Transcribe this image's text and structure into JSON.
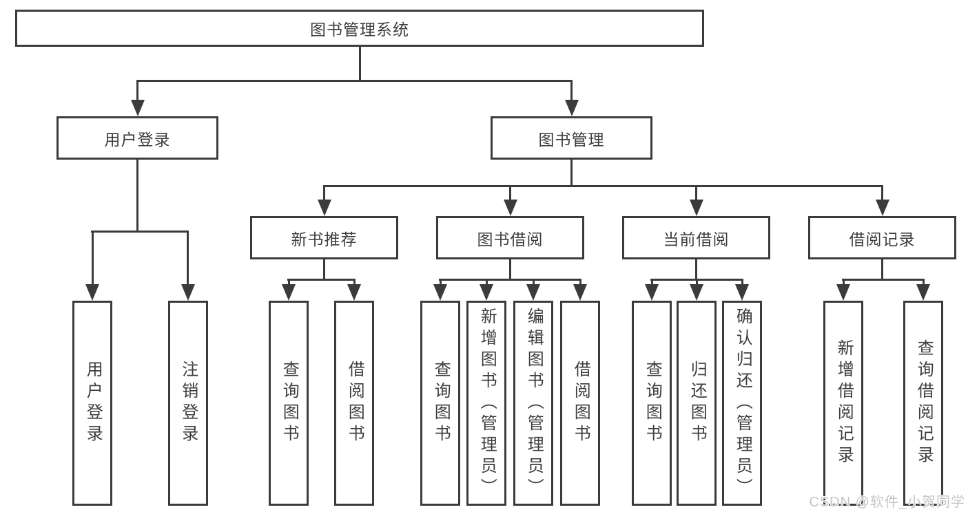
{
  "tree": {
    "root": {
      "label": "图书管理系统"
    },
    "level2": [
      {
        "label": "用户登录",
        "leaves": [
          "用户登录",
          "注销登录"
        ]
      },
      {
        "label": "图书管理"
      }
    ],
    "level3": [
      {
        "label": "新书推荐",
        "leaves": [
          "查询图书",
          "借阅图书"
        ]
      },
      {
        "label": "图书借阅",
        "leaves": [
          "查询图书",
          "新增图书（管理员）",
          "编辑图书（管理员）",
          "借阅图书"
        ]
      },
      {
        "label": "当前借阅",
        "leaves": [
          "查询图书",
          "归还图书",
          "确认归还（管理员）"
        ]
      },
      {
        "label": "借阅记录",
        "leaves": [
          "新增借阅记录",
          "查询借阅记录"
        ]
      }
    ]
  },
  "watermark": {
    "text": "CSDN @软件_小贺同学",
    "color": "#c5c5c5"
  },
  "colors": {
    "line": "#3b3b3b",
    "text": "#3d3d3d",
    "background": "#ffffff"
  }
}
